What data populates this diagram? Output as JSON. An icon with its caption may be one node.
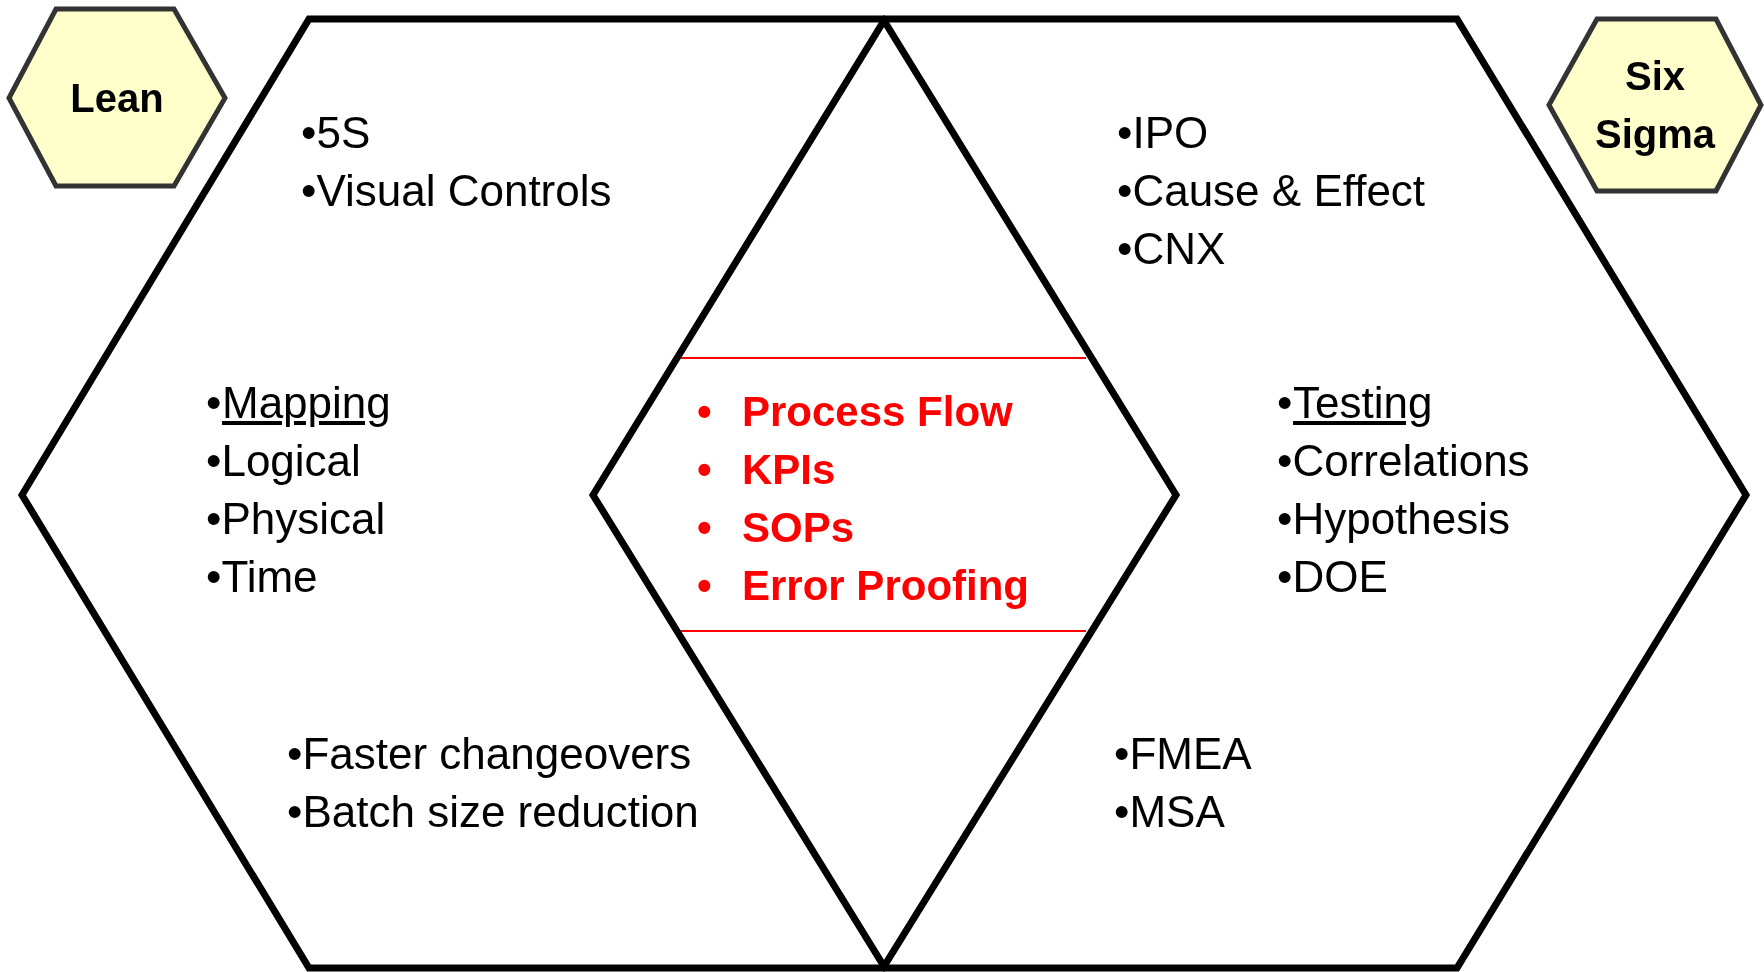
{
  "diagram": {
    "nodes": [
      {
        "text": [
          "Lean"
        ]
      },
      {
        "text": [
          "•5S",
          "•Visual Controls",
          "•",
          "Mapping",
          "•Logical",
          "•Physical",
          "•Time",
          "•Faster changeovers",
          "•Batch size reduction"
        ]
      },
      {
        "text": [
          "•IPO",
          "•Cause & Effect",
          "•CNX",
          "•",
          "Testing",
          "•Correlations",
          "•Hypothesis",
          "•DOE",
          "•FMEA",
          "•MSA"
        ]
      },
      {
        "text": [
          "Six Sigma"
        ]
      },
      {
        "text": [
          "•",
          "Process Flow",
          "•",
          "KPIs",
          "•",
          "SOPs",
          "•",
          "Error Proofing"
        ]
      }
    ]
  }
}
